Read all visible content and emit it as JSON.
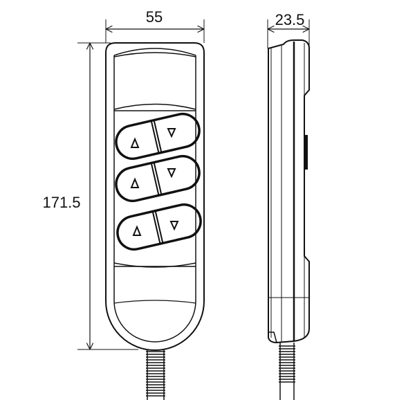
{
  "dimensions": {
    "width": "55",
    "height": "171.5",
    "depth": "23.5"
  },
  "buttons": [
    {
      "row": 1,
      "up_icon": "triangle-up-icon",
      "down_icon": "triangle-down-icon"
    },
    {
      "row": 2,
      "up_icon": "triangle-up-icon",
      "down_icon": "triangle-down-icon"
    },
    {
      "row": 3,
      "up_icon": "triangle-up-icon",
      "down_icon": "triangle-down-icon"
    }
  ],
  "colors": {
    "line": "#111111",
    "background": "#ffffff"
  }
}
